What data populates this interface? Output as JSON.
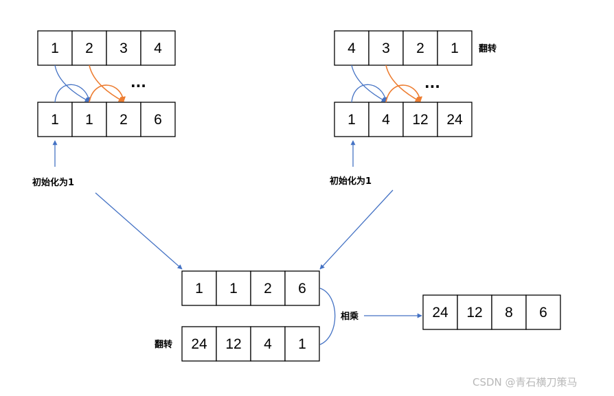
{
  "arrays": {
    "top_left": [
      "1",
      "2",
      "3",
      "4"
    ],
    "prefix_left": [
      "1",
      "1",
      "2",
      "6"
    ],
    "top_right": [
      "4",
      "3",
      "2",
      "1"
    ],
    "prefix_right": [
      "1",
      "4",
      "12",
      "24"
    ],
    "combined": [
      "1",
      "1",
      "2",
      "6"
    ],
    "flipped": [
      "24",
      "12",
      "4",
      "1"
    ],
    "result": [
      "24",
      "12",
      "8",
      "6"
    ]
  },
  "labels": {
    "flip_top": "翻转",
    "init_left": "初始化为1",
    "init_right": "初始化为1",
    "multiply": "相乘",
    "flip_bottom": "翻转",
    "ellipsis_left": "...",
    "ellipsis_right": "..."
  },
  "watermark": "CSDN @青石横刀策马",
  "colors": {
    "arrow_blue": "#4472c4",
    "arrow_orange": "#ed7d31"
  }
}
